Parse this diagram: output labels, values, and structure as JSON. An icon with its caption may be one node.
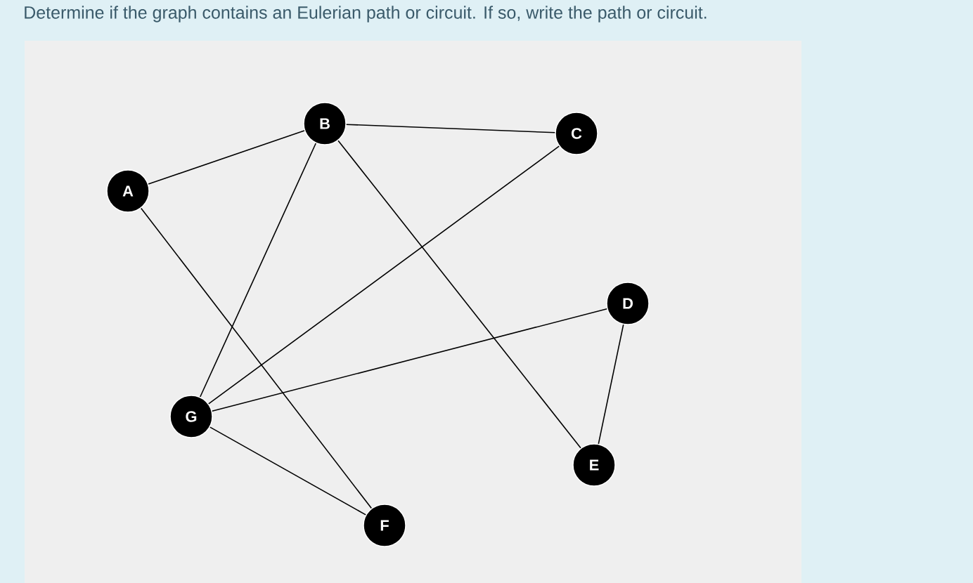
{
  "diagram": {
    "title": "Determine if the graph contains an Eulerian path or circuit.  If so, write the path or circuit.",
    "nodes": [
      {
        "text": [
          "A"
        ]
      },
      {
        "text": [
          "B"
        ]
      },
      {
        "text": [
          "C"
        ]
      },
      {
        "text": [
          "D"
        ]
      },
      {
        "text": [
          "E"
        ]
      },
      {
        "text": [
          "F"
        ]
      },
      {
        "text": [
          "G"
        ]
      }
    ],
    "edges": [
      {
        "from": 0,
        "to": 1,
        "arrow": "none"
      },
      {
        "from": 1,
        "to": 2,
        "arrow": "none"
      },
      {
        "from": 1,
        "to": 6,
        "arrow": "none"
      },
      {
        "from": 1,
        "to": 4,
        "arrow": "none"
      },
      {
        "from": 2,
        "to": 6,
        "arrow": "none"
      },
      {
        "from": 0,
        "to": 5,
        "arrow": "none"
      },
      {
        "from": 3,
        "to": 6,
        "arrow": "none"
      },
      {
        "from": 3,
        "to": 4,
        "arrow": "none"
      },
      {
        "from": 6,
        "to": 5,
        "arrow": "none"
      }
    ]
  }
}
